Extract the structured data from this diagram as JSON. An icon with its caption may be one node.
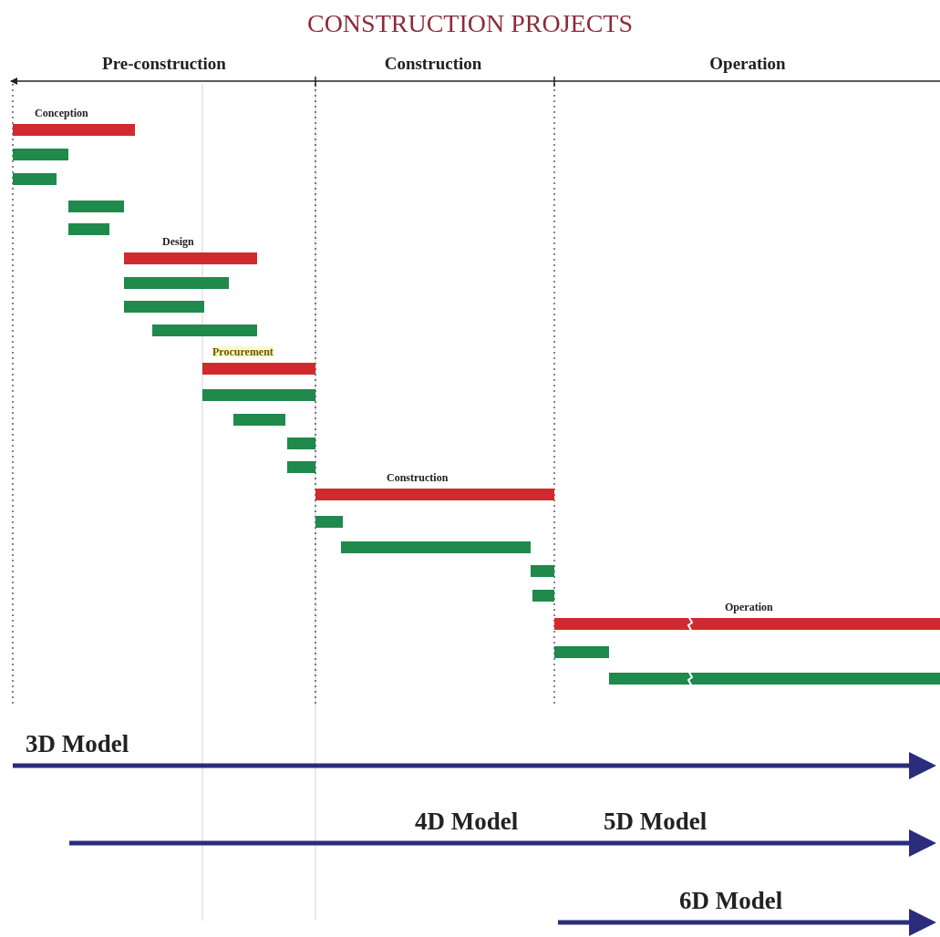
{
  "diagram": {
    "title": "CONSTRUCTION PROJECTS",
    "nodes": [
      {
        "text": [
          "Conception"
        ]
      },
      {
        "text": [],
        "shape": "bar"
      },
      {
        "text": [],
        "shape": "bar"
      },
      {
        "text": [],
        "shape": "bar"
      },
      {
        "text": [],
        "shape": "bar"
      },
      {
        "text": [
          "Design"
        ]
      },
      {
        "text": [],
        "shape": "bar"
      },
      {
        "text": [],
        "shape": "bar"
      },
      {
        "text": [],
        "shape": "bar"
      },
      {
        "text": [
          "Procurement"
        ]
      },
      {
        "text": [],
        "shape": "bar"
      },
      {
        "text": [],
        "shape": "bar"
      },
      {
        "text": [],
        "shape": "bar"
      },
      {
        "text": [],
        "shape": "bar"
      },
      {
        "text": [
          "Construction"
        ]
      },
      {
        "text": [],
        "shape": "bar"
      },
      {
        "text": [],
        "shape": "bar"
      },
      {
        "text": [],
        "shape": "bar"
      },
      {
        "text": [],
        "shape": "bar"
      },
      {
        "text": [
          "Operation"
        ]
      },
      {
        "text": [],
        "shape": "bar"
      },
      {
        "text": [],
        "shape": "bar"
      }
    ],
    "edges": [],
    "labels": [
      "Pre-construction",
      "Construction",
      "Operation",
      "3D Model",
      "4D Model",
      "5D Model",
      "6D Model"
    ]
  }
}
